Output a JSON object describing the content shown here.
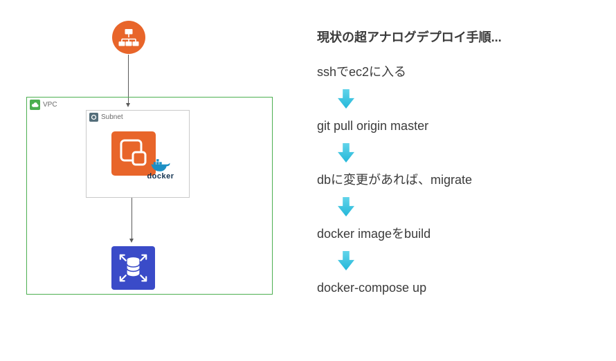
{
  "diagram": {
    "vpc_label": "VPC",
    "subnet_label": "Subnet",
    "docker_label": "docker"
  },
  "steps": {
    "title": "現状の超アナログデプロイ手順...",
    "items": [
      "sshでec2に入る",
      "git pull origin master",
      "dbに変更があれば、migrate",
      "docker imageをbuild",
      "docker-compose up"
    ]
  },
  "colors": {
    "aws_orange": "#E8652A",
    "vpc_border_green": "#4CAF50",
    "rds_blue": "#3A4BC8",
    "flow_arrow_cyan": "#2FC0DE",
    "docker_blue": "#1D8FC4",
    "text": "#3B3B3B"
  }
}
